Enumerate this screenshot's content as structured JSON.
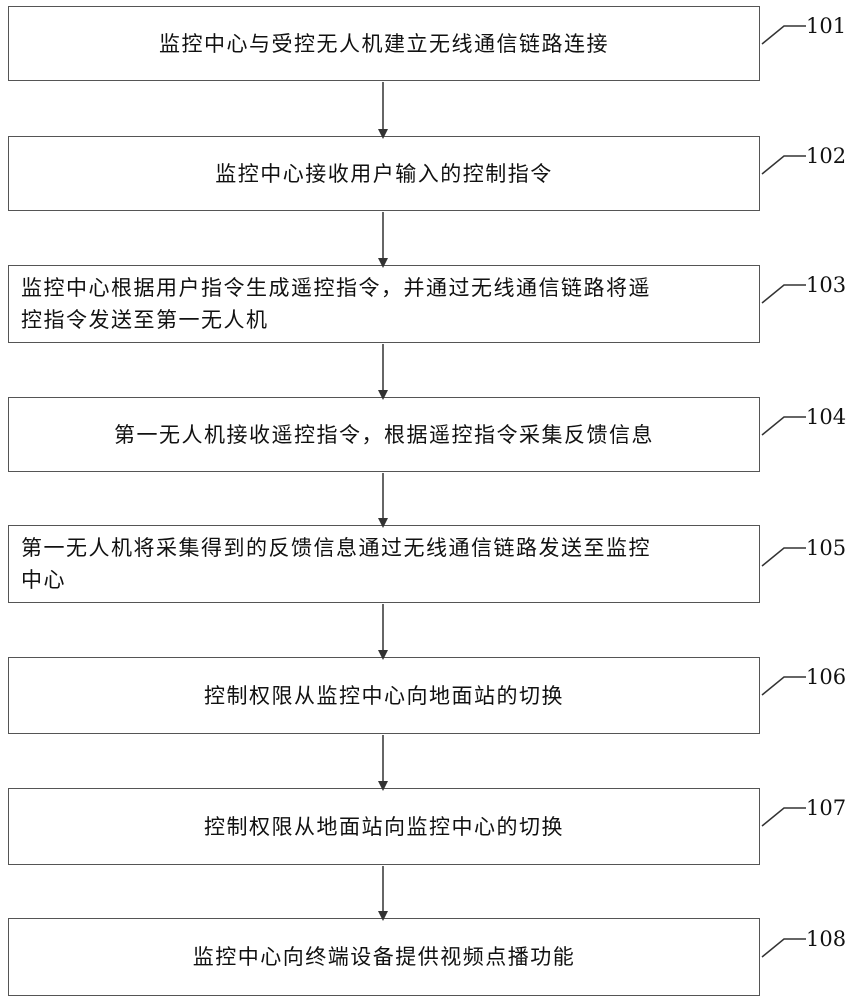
{
  "flowchart": {
    "steps": [
      {
        "id": "101",
        "text": "监控中心与受控无人机建立无线通信链路连接"
      },
      {
        "id": "102",
        "text": "监控中心接收用户输入的控制指令"
      },
      {
        "id": "103",
        "line1": "监控中心根据用户指令生成遥控指令，并通过无线通信链路将遥",
        "line2": "控指令发送至第一无人机"
      },
      {
        "id": "104",
        "text": "第一无人机接收遥控指令，根据遥控指令采集反馈信息"
      },
      {
        "id": "105",
        "line1": "第一无人机将采集得到的反馈信息通过无线通信链路发送至监控",
        "line2": "中心"
      },
      {
        "id": "106",
        "text": "控制权限从监控中心向地面站的切换"
      },
      {
        "id": "107",
        "text": "控制权限从地面站向监控中心的切换"
      },
      {
        "id": "108",
        "text": "监控中心向终端设备提供视频点播功能"
      }
    ]
  },
  "colors": {
    "border": "#555555",
    "text": "#111111",
    "background": "#ffffff"
  }
}
